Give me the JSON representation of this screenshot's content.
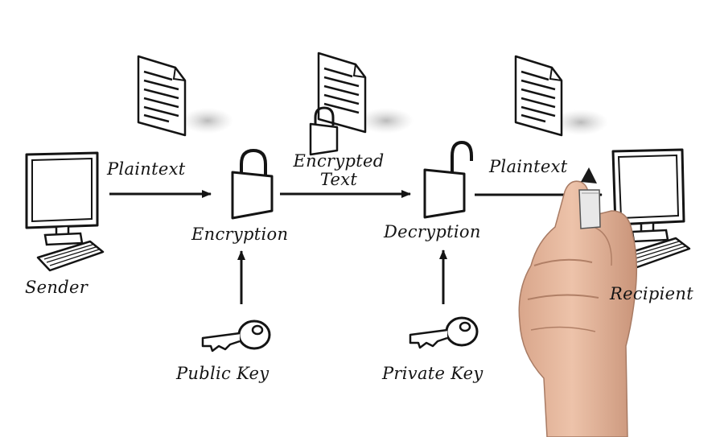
{
  "labels": {
    "sender": "Sender",
    "recipient": "Recipient",
    "plaintext_in": "Plaintext",
    "plaintext_out": "Plaintext",
    "encrypted_line1": "Encrypted",
    "encrypted_line2": "Text",
    "encryption": "Encryption",
    "decryption": "Decryption",
    "public_key": "Public Key",
    "private_key": "Private Key"
  },
  "icons": {
    "sender_computer": "desktop-computer-icon",
    "recipient_computer": "desktop-computer-icon",
    "documents": "document-icon",
    "locked_padlock": "padlock-closed-icon",
    "open_padlock": "padlock-open-icon",
    "keys": "key-icon",
    "hand": "hand-with-marker"
  },
  "colors": {
    "ink": "#141414",
    "background": "#ffffff",
    "shadow": "#bdbdbd",
    "skin": "#e5b79c"
  }
}
